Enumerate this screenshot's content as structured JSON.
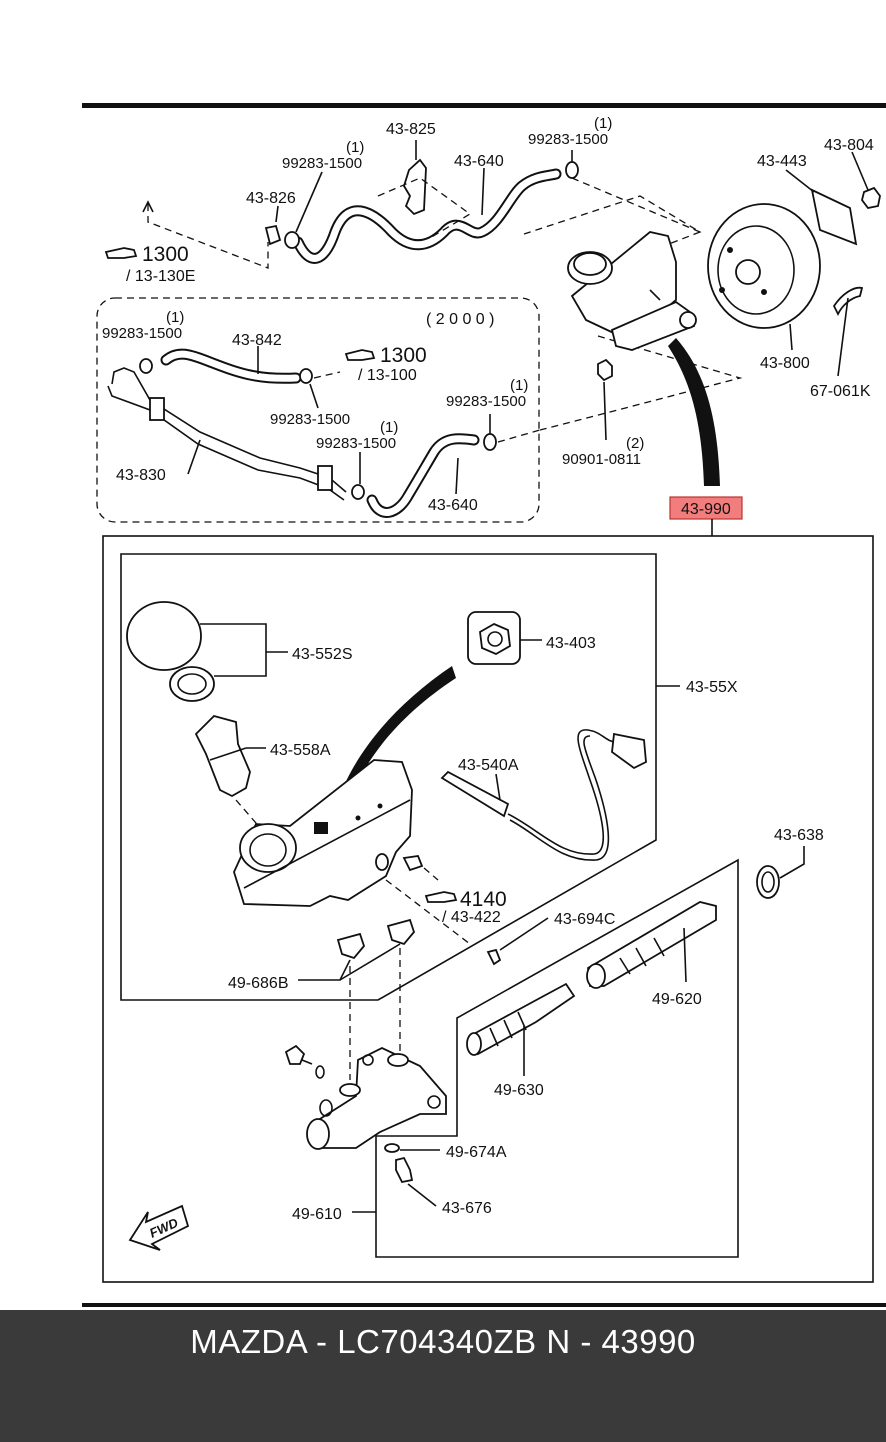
{
  "footer": {
    "caption": "MAZDA - LC704340ZB    N - 43990"
  },
  "highlight_color": "#f27d7d",
  "footer_color": "#3a3a3a",
  "labels": {
    "p43825": "43-825",
    "p43640_top": "43-640",
    "p99283_top_qty": "(1)",
    "p99283_top": "99283-1500",
    "p99283_left_qty": "(1)",
    "p99283_left": "99283-1500",
    "p43826": "43-826",
    "ref1300_top": "1300",
    "ref1300_top_sub": "/ 13-130E",
    "p43443": "43-443",
    "p43804": "43-804",
    "p43800": "43-800",
    "p67061k": "67-061K",
    "variant_2000": "( 2 0 0 0 )",
    "p99283_a_qty": "(1)",
    "p99283_a": "99283-1500",
    "p43842": "43-842",
    "ref1300_mid": "1300",
    "ref1300_mid_sub": "/ 13-100",
    "p99283_b": "99283-1500",
    "p99283_c_qty": "(1)",
    "p99283_c": "99283-1500",
    "p99283_d_qty": "(1)",
    "p99283_d": "99283-1500",
    "p43830": "43-830",
    "p43640_bot": "43-640",
    "p90901_qty": "(2)",
    "p90901": "90901-0811",
    "p43990": "43-990",
    "p43552s": "43-552S",
    "p43403": "43-403",
    "p4355x": "43-55X",
    "p43558a": "43-558A",
    "p43540a": "43-540A",
    "ref4140": "4140",
    "ref4140_sub": "/ 43-422",
    "p43694c": "43-694C",
    "p43638": "43-638",
    "p49686b": "49-686B",
    "p49620": "49-620",
    "p49630": "49-630",
    "p49674a": "49-674A",
    "p49610": "49-610",
    "p43676": "43-676",
    "fwd": "FWD"
  }
}
